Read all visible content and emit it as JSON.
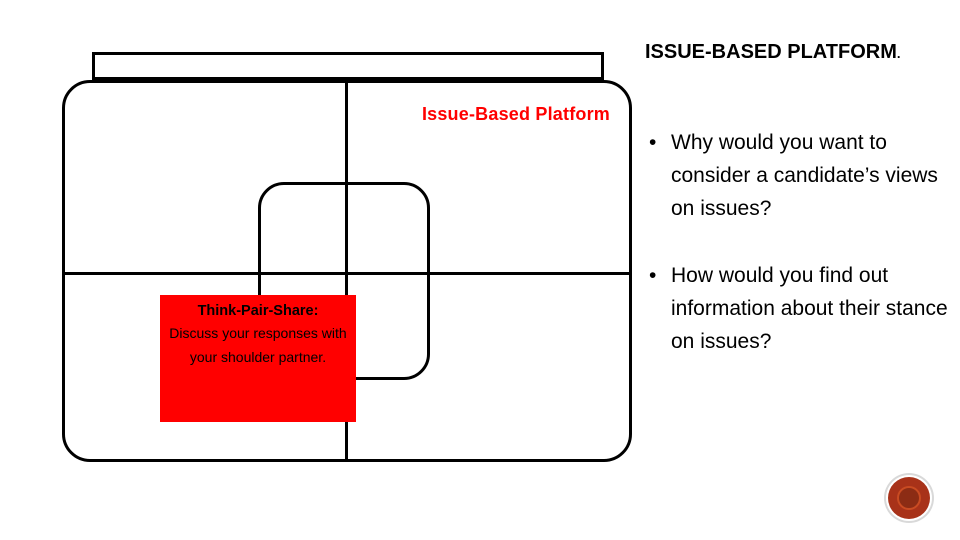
{
  "slide": {
    "heading_main": "ISSUE-BASED PLATFORM",
    "heading_period": ".",
    "diagram": {
      "title": "Issue-Based Platform",
      "callout": {
        "title": "Think-Pair-Share:",
        "body": "Discuss your responses with your shoulder partner."
      }
    },
    "bullets": [
      {
        "marker": "•",
        "text": "Why would you want to consider a candidate’s views on issues?"
      },
      {
        "marker": "•",
        "text": "How would you find out information about their stance on issues?"
      }
    ],
    "colors": {
      "accent_red": "#ff0000",
      "text": "#000000",
      "badge": "#a83219"
    }
  }
}
